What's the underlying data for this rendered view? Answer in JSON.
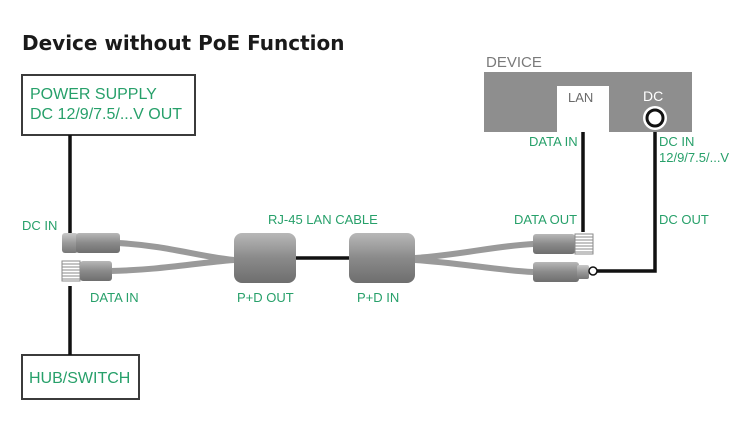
{
  "title": "Device without PoE Function",
  "power_supply": {
    "line1": "POWER SUPPLY",
    "line2": "DC 12/9/7.5/...V OUT"
  },
  "hub_switch": "HUB/SWITCH",
  "device": {
    "label": "DEVICE",
    "lan_port": "LAN",
    "dc_port": "DC"
  },
  "labels": {
    "dc_in_left": "DC IN",
    "data_in_left": "DATA IN",
    "cable": "RJ-45 LAN CABLE",
    "pd_out": "P+D OUT",
    "pd_in": "P+D IN",
    "data_out": "DATA OUT",
    "data_in_right": "DATA IN",
    "dc_in_right_line1": "DC IN",
    "dc_in_right_line2": "12/9/7.5/...V",
    "dc_out": "DC OUT"
  },
  "colors": {
    "accent_text": "#27a06a",
    "box_border": "#3b3b3b",
    "device_fill": "#8e8e8e",
    "cable_gray": "#9a9a9a",
    "wire": "#111111"
  }
}
